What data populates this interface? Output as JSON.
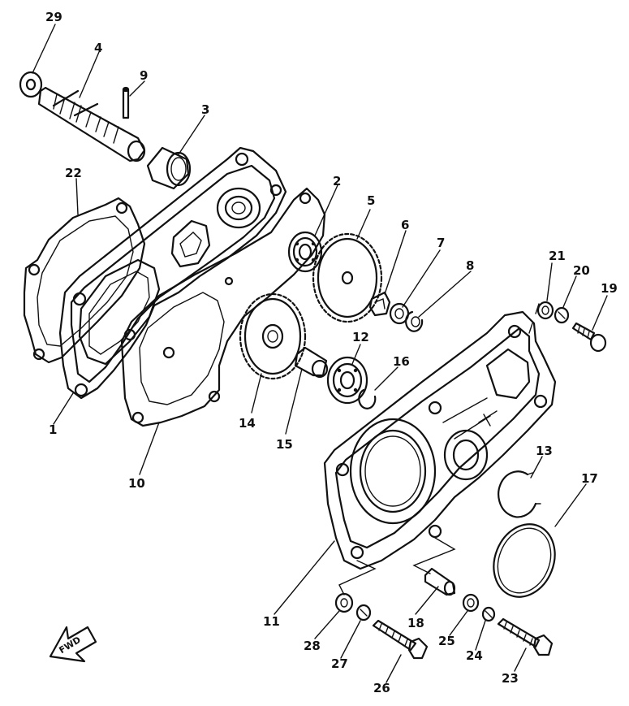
{
  "diagram": {
    "part_labels": {
      "p1": "1",
      "p2": "2",
      "p3": "3",
      "p4": "4",
      "p5": "5",
      "p6": "6",
      "p7": "7",
      "p8": "8",
      "p9": "9",
      "p10": "10",
      "p11": "11",
      "p12": "12",
      "p13": "13",
      "p14": "14",
      "p15": "15",
      "p16": "16",
      "p17": "17",
      "p18": "18",
      "p19": "19",
      "p20": "20",
      "p21": "21",
      "p22": "22",
      "p23": "23",
      "p24": "24",
      "p25": "25",
      "p26": "26",
      "p27": "27",
      "p28": "28",
      "p29": "29"
    },
    "direction_arrow": {
      "text": "FWD"
    }
  }
}
